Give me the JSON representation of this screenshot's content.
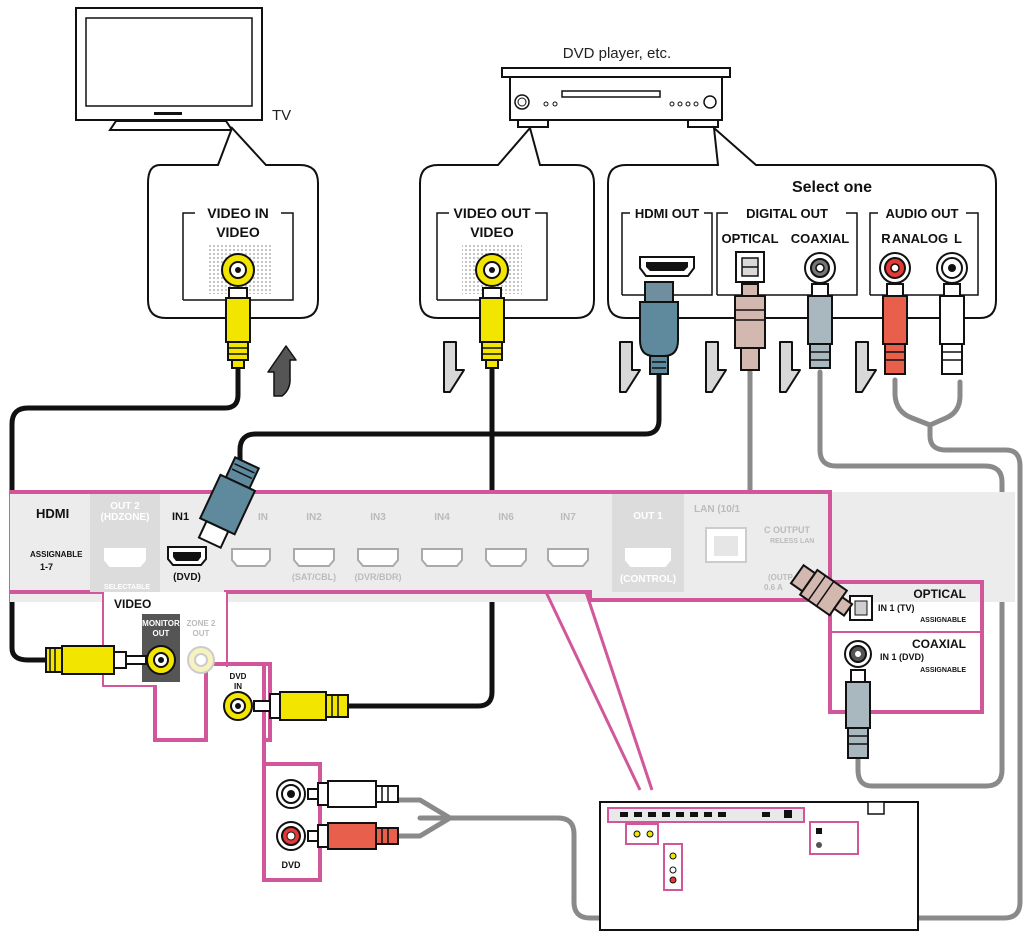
{
  "devices": {
    "tv_label": "TV",
    "dvd_label": "DVD player, etc."
  },
  "tv_bubble": {
    "group_label": "VIDEO IN",
    "jack_label": "VIDEO"
  },
  "dvd_video_bubble": {
    "group_label": "VIDEO OUT",
    "jack_label": "VIDEO"
  },
  "dvd_audio_bubble": {
    "title": "Select one",
    "hdmi_group": "HDMI OUT",
    "digital_group": "DIGITAL OUT",
    "optical": "OPTICAL",
    "coaxial": "COAXIAL",
    "audio_group": "AUDIO OUT",
    "analog": "ANALOG",
    "r": "R",
    "l": "L"
  },
  "receiver": {
    "hdmi": "HDMI",
    "assignable": "ASSIGNABLE",
    "assignable_range": "1-7",
    "out2": "OUT 2",
    "hdzone": "(HDZONE)",
    "selectable": "SELECTABLE",
    "in1": "IN1",
    "dvd": "(DVD)",
    "in_partial": "IN",
    "in2": "IN2",
    "in3": "IN3",
    "in4": "IN4",
    "in6": "IN6",
    "in7": "IN7",
    "sat_cbl": "(SAT/CBL)",
    "dvr_bdr": "(DVR/BDR)",
    "out1": "OUT 1",
    "control": "(CONTROL)",
    "lan": "LAN (10/1",
    "dc_output": "C OUTPUT",
    "wireless_lan": "RELESS LAN",
    "outp": "(OUTP",
    "amp": "0.6 A",
    "video": "VIDEO",
    "monitor": "MONITOR",
    "monitor_out": "OUT",
    "zone2": "ZONE 2",
    "zone2_out": "OUT",
    "dvd_in": "DVD",
    "dvd_in2": "IN",
    "dvd_audio": "DVD",
    "optical": "OPTICAL",
    "optical_in": "IN 1 (TV)",
    "optical_assign": "ASSIGNABLE",
    "coaxial": "COAXIAL",
    "coaxial_in": "IN 1 (DVD)",
    "coaxial_assign": "ASSIGNABLE"
  },
  "colors": {
    "magenta": "#d1579a",
    "yellow": "#f2e500",
    "hdmi_plug": "#5f8a9e",
    "optical_plug": "#d3b8b0",
    "coax_plug": "#a9b8bf",
    "red_plug": "#e8604c",
    "white_plug": "#ffffff",
    "cable_black": "#1a1a1a",
    "cable_gray": "#8a8a8a"
  }
}
